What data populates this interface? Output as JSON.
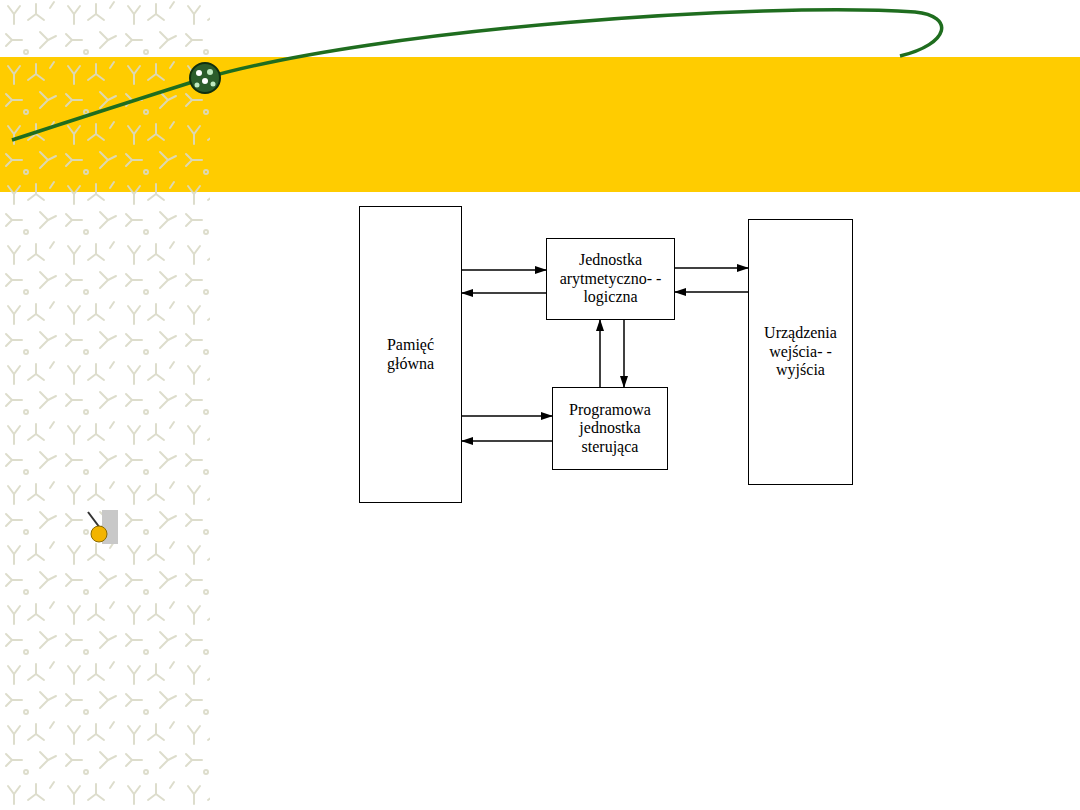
{
  "diagram": {
    "nodes": [
      {
        "text": [
          "Pamięć główna"
        ]
      },
      {
        "text": [
          "Jednostka arytmetyczno- -logiczna"
        ]
      },
      {
        "text": [
          "Urządzenia wejścia- -wyjścia"
        ]
      },
      {
        "text": [
          "Programowa jednostka sterująca"
        ]
      }
    ],
    "edges": [
      {
        "from": 0,
        "to": 1,
        "arrow": "to"
      },
      {
        "from": 1,
        "to": 0,
        "arrow": "to"
      },
      {
        "from": 1,
        "to": 2,
        "arrow": "to"
      },
      {
        "from": 2,
        "to": 1,
        "arrow": "to"
      },
      {
        "from": 3,
        "to": 1,
        "arrow": "to"
      },
      {
        "from": 1,
        "to": 3,
        "arrow": "to"
      },
      {
        "from": 0,
        "to": 3,
        "arrow": "to"
      },
      {
        "from": 3,
        "to": 0,
        "arrow": "to"
      }
    ]
  }
}
